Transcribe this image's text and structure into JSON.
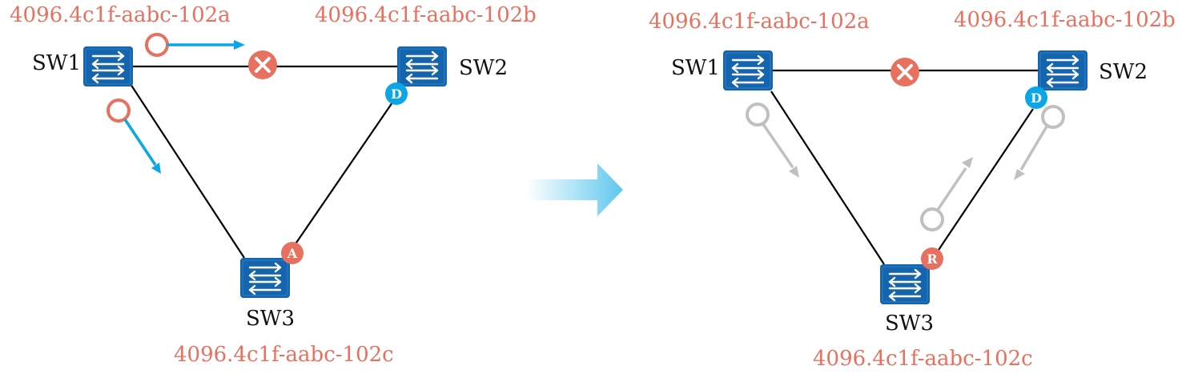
{
  "colors": {
    "switch_fill": "#1565AE",
    "bridge_id_text": "#E8705F",
    "blocked_marker": "#E8705F",
    "designated_badge": "#0AA6E6",
    "alternate_badge": "#E8705F",
    "root_badge": "#E8705F",
    "bpdu_flow_active": "#0AA6E6",
    "bpdu_flow_inactive": "#C0C0C0",
    "transition_arrow": "#A6E1F6"
  },
  "icons": {
    "switch": "switch-icon",
    "blocked": "x-circle-icon",
    "bpdu": "ring-icon",
    "transition": "arrow-right-icon"
  },
  "left": {
    "sw1": {
      "name": "SW1",
      "bridge_id": "4096.4c1f-aabc-102a"
    },
    "sw2": {
      "name": "SW2",
      "bridge_id": "4096.4c1f-aabc-102b",
      "port_badge": "D"
    },
    "sw3": {
      "name": "SW3",
      "bridge_id": "4096.4c1f-aabc-102c",
      "port_badge": "A"
    }
  },
  "right": {
    "sw1": {
      "name": "SW1",
      "bridge_id": "4096.4c1f-aabc-102a"
    },
    "sw2": {
      "name": "SW2",
      "bridge_id": "4096.4c1f-aabc-102b",
      "port_badge": "D"
    },
    "sw3": {
      "name": "SW3",
      "bridge_id": "4096.4c1f-aabc-102c",
      "port_badge": "R"
    }
  }
}
